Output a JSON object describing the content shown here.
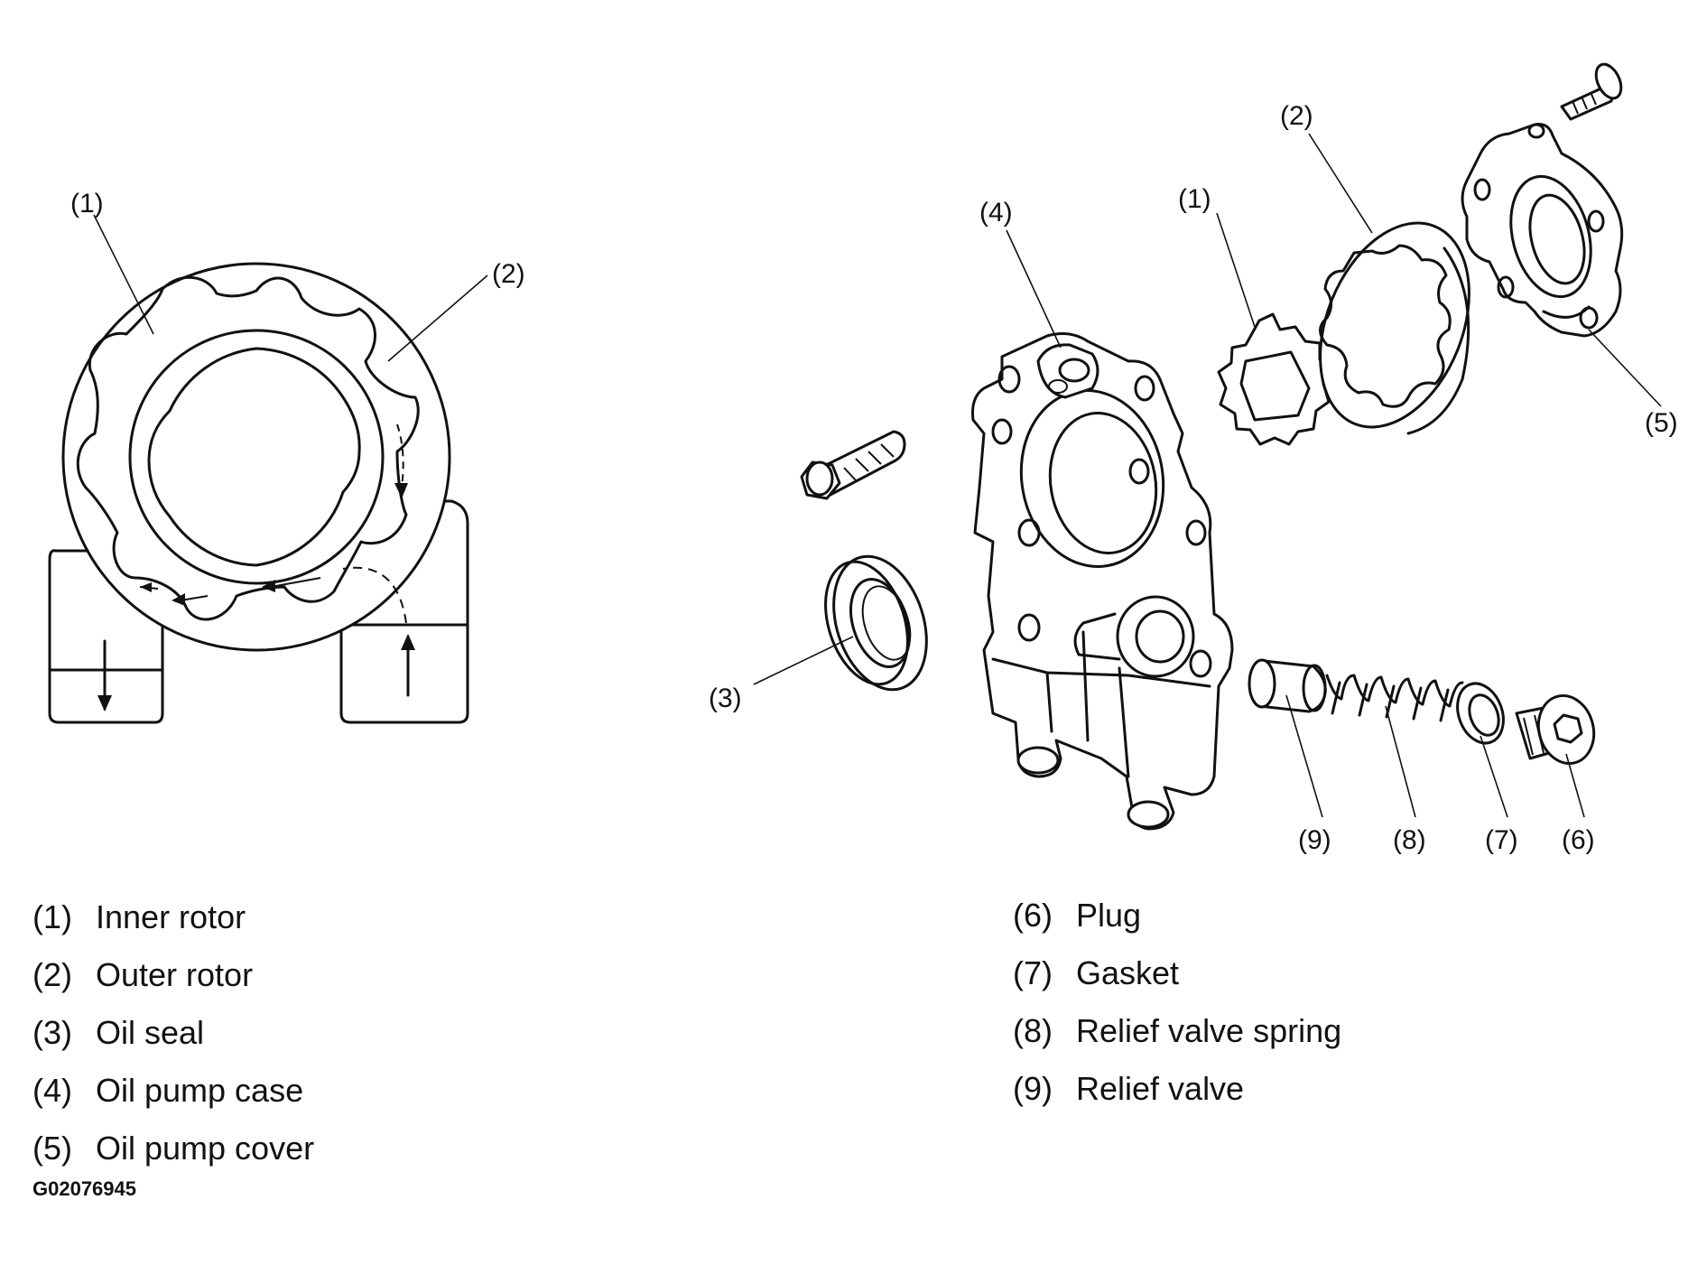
{
  "callouts": {
    "left_1": "(1)",
    "left_2": "(2)",
    "right_1": "(1)",
    "right_2": "(2)",
    "right_3": "(3)",
    "right_4": "(4)",
    "right_5": "(5)",
    "right_6": "(6)",
    "right_7": "(7)",
    "right_8": "(8)",
    "right_9": "(9)"
  },
  "legend": {
    "left": [
      {
        "num": "(1)",
        "label": "Inner rotor"
      },
      {
        "num": "(2)",
        "label": "Outer rotor"
      },
      {
        "num": "(3)",
        "label": "Oil seal"
      },
      {
        "num": "(4)",
        "label": "Oil pump case"
      },
      {
        "num": "(5)",
        "label": "Oil pump cover"
      }
    ],
    "right": [
      {
        "num": "(6)",
        "label": "Plug"
      },
      {
        "num": "(7)",
        "label": "Gasket"
      },
      {
        "num": "(8)",
        "label": "Relief valve spring"
      },
      {
        "num": "(9)",
        "label": "Relief valve"
      }
    ]
  },
  "figure_code": "G02076945"
}
